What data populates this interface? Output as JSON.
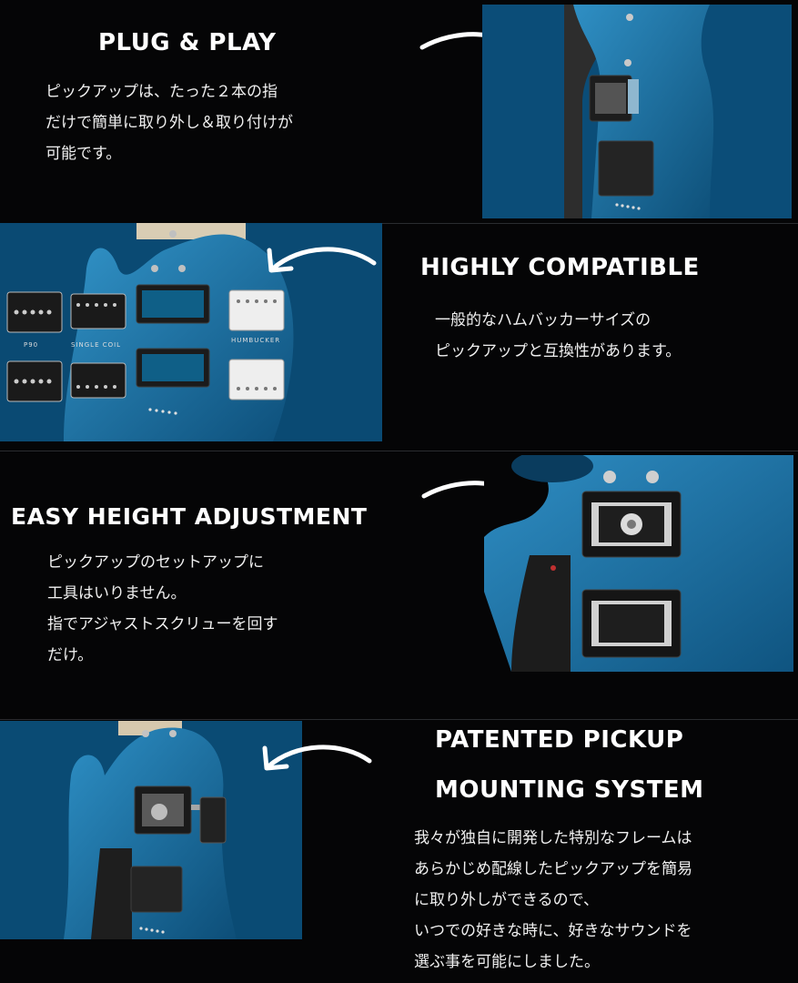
{
  "sections": [
    {
      "heading": "PLUG & PLAY",
      "lines": [
        "ピックアップは、たった２本の指",
        "だけで簡単に取り外し＆取り付けが",
        "可能です。"
      ]
    },
    {
      "heading": "HIGHLY COMPATIBLE",
      "lines": [
        "一般的なハムバッカーサイズの",
        "ピックアップと互換性があります。"
      ],
      "pickup_labels": [
        "P90",
        "SINGLE COIL",
        "HUMBUCKER"
      ]
    },
    {
      "heading": "EASY HEIGHT ADJUSTMENT",
      "lines": [
        "ピックアップのセットアップに",
        "工具はいりません。",
        "指でアジャストスクリューを回す",
        "だけ。"
      ]
    },
    {
      "heading_lines": [
        "PATENTED PICKUP",
        "MOUNTING SYSTEM"
      ],
      "lines": [
        "我々が独自に開発した特別なフレームは",
        "あらかじめ配線したピックアップを簡易",
        "に取り外しができるので、",
        "いつでの好きな時に、好きなサウンドを",
        "選ぶ事を可能にしました。"
      ]
    }
  ],
  "colors": {
    "background": "#050506",
    "guitar_blue": "#1a6ea0",
    "text": "#f2f2f2"
  },
  "icons": [
    "curved-arrow-right-icon",
    "curved-arrow-left-icon"
  ]
}
